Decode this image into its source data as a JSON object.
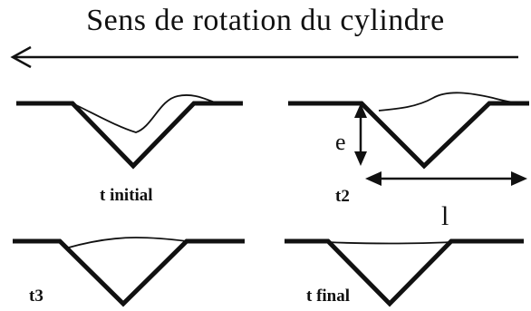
{
  "title": "Sens de rotation du cylindre",
  "labels": {
    "t_initial": "t initial",
    "t2": "t2",
    "t3": "t3",
    "t_final": "t final",
    "e": "e",
    "l": "l"
  },
  "colors": {
    "stroke": "#111111",
    "background": "#ffffff"
  }
}
